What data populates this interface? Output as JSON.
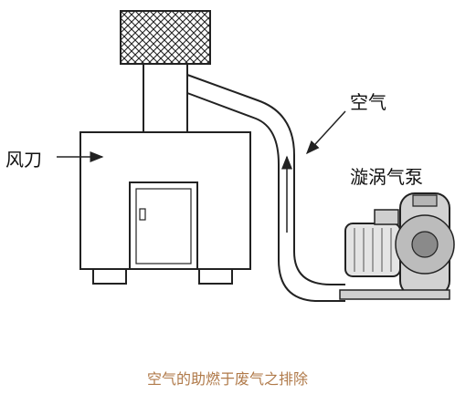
{
  "labels": {
    "air_knife": "风刀",
    "air": "空气",
    "vortex_pump": "漩涡气泵"
  },
  "caption": {
    "text": "空气的助燃于废气之排除",
    "color": "#b07a4a"
  },
  "colors": {
    "stroke": "#222222",
    "pump_fill": "#d9d9d9",
    "pump_dark": "#8a8a8a"
  }
}
